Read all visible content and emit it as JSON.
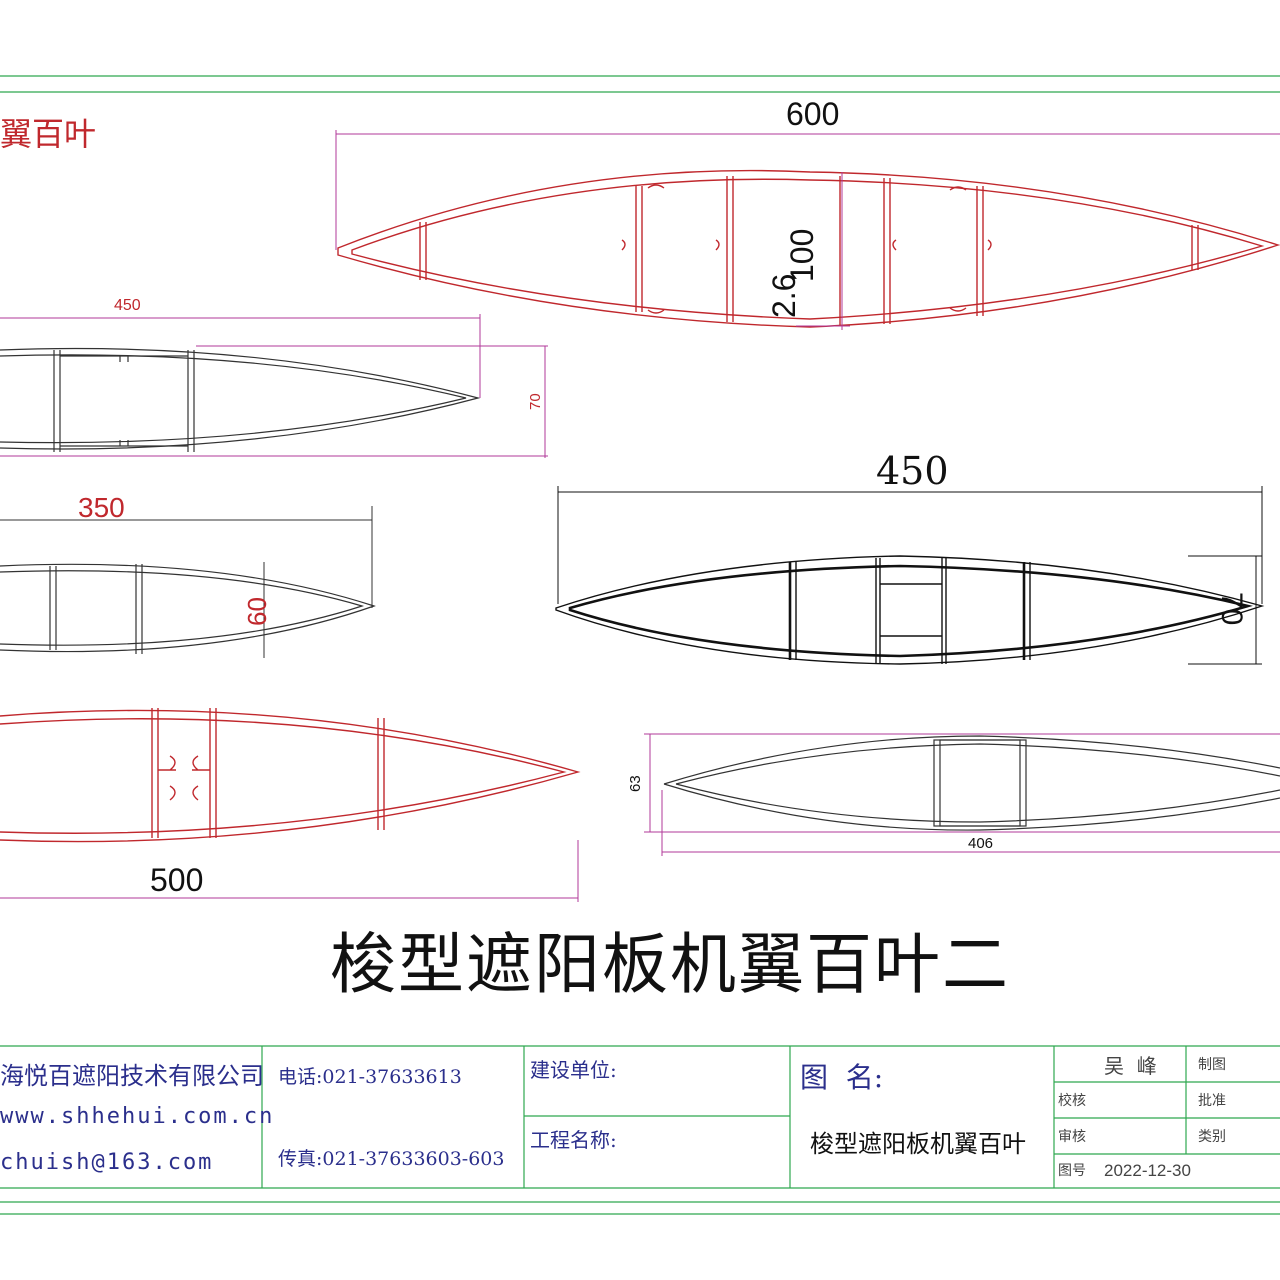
{
  "drawing": {
    "main_title": "梭型遮阳板机翼百叶二",
    "corner_title": "翼百叶",
    "profiles": [
      {
        "id": "p600",
        "width_label": "600",
        "height_label": "100",
        "wall_label": "2.6"
      },
      {
        "id": "p450a",
        "width_label": "450",
        "height_label": "70"
      },
      {
        "id": "p350",
        "width_label": "350",
        "height_label": "60"
      },
      {
        "id": "p450b",
        "width_label": "450",
        "height_label": "70"
      },
      {
        "id": "p500",
        "width_label": "500"
      },
      {
        "id": "p406",
        "width_label": "406",
        "height_label": "63"
      }
    ]
  },
  "title_block": {
    "company": "海悦百遮阳技术有限公司",
    "website": "www.shhehui.com.cn",
    "email": "chuish@163.com",
    "phone": "电话:021-37633613",
    "fax": "传真:021-37633603-603",
    "client_label": "建设单位:",
    "project_label": "工程名称:",
    "drawing_name_label": "图  名:",
    "drawing_name": "梭型遮阳板机翼百叶",
    "designer": "吴  峰",
    "role_draw": "制图",
    "role_check": "校核",
    "role_approve": "批准",
    "role_review": "审核",
    "role_category": "类别",
    "drawing_no_label": "图号",
    "date": "2022-12-30"
  },
  "colors": {
    "border_green": "#2fa84f",
    "profile_red": "#c0282d",
    "dim_magenta": "#b03a9a",
    "profile_black": "#111111",
    "text_blue": "#2b2f8c"
  }
}
